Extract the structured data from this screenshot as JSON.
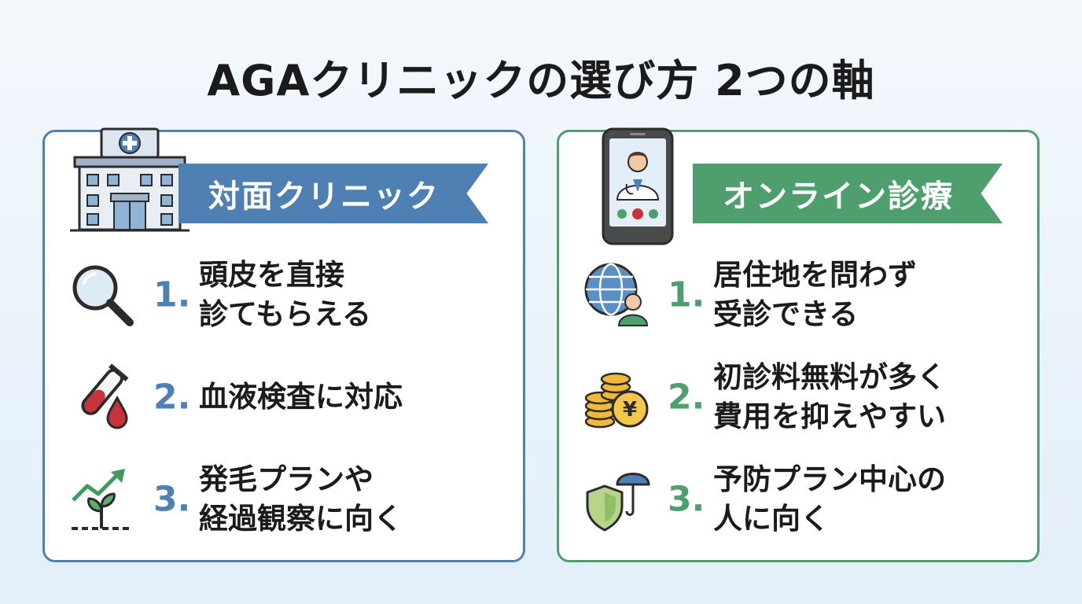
{
  "title": "AGAクリニックの選び方 2つの軸",
  "colors": {
    "left_accent": "#4f80b3",
    "right_accent": "#4f9f6e"
  },
  "left": {
    "banner": "対面クリニック",
    "icon": "hospital-icon",
    "items": [
      {
        "num": "1.",
        "lines": [
          "頭皮を直接",
          "診てもらえる"
        ],
        "icon": "magnifier-icon"
      },
      {
        "num": "2.",
        "lines": [
          "血液検査に対応"
        ],
        "icon": "blood-test-icon"
      },
      {
        "num": "3.",
        "lines": [
          "発毛プランや",
          "経過観察に向く"
        ],
        "icon": "growth-chart-icon"
      }
    ]
  },
  "right": {
    "banner": "オンライン診療",
    "icon": "smartphone-doctor-icon",
    "items": [
      {
        "num": "1.",
        "lines": [
          "居住地を問わず",
          "受診できる"
        ],
        "icon": "globe-person-icon"
      },
      {
        "num": "2.",
        "lines": [
          "初診料無料が多く",
          "費用を抑えやすい"
        ],
        "icon": "yen-coins-icon"
      },
      {
        "num": "3.",
        "lines": [
          "予防プラン中心の",
          "人に向く"
        ],
        "icon": "shield-umbrella-icon"
      }
    ]
  }
}
